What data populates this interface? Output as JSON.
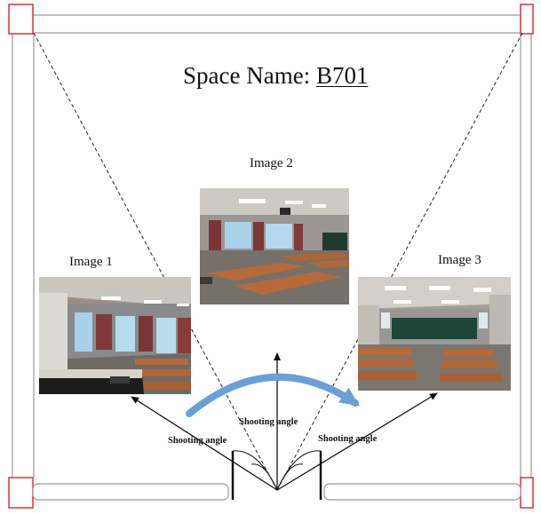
{
  "title": {
    "prefix": "Space Name: ",
    "space_id": "B701"
  },
  "images": [
    {
      "label": "Image 1"
    },
    {
      "label": "Image 2"
    },
    {
      "label": "Image 3"
    }
  ],
  "shooting_labels": {
    "left": "Shooting angle",
    "center": "Shooting angle",
    "right": "Shooting angle"
  },
  "colors": {
    "wall_line": "#888888",
    "column_red": "#e03030",
    "sweep_arrow": "#6a9fd8",
    "arrow": "#111111"
  }
}
